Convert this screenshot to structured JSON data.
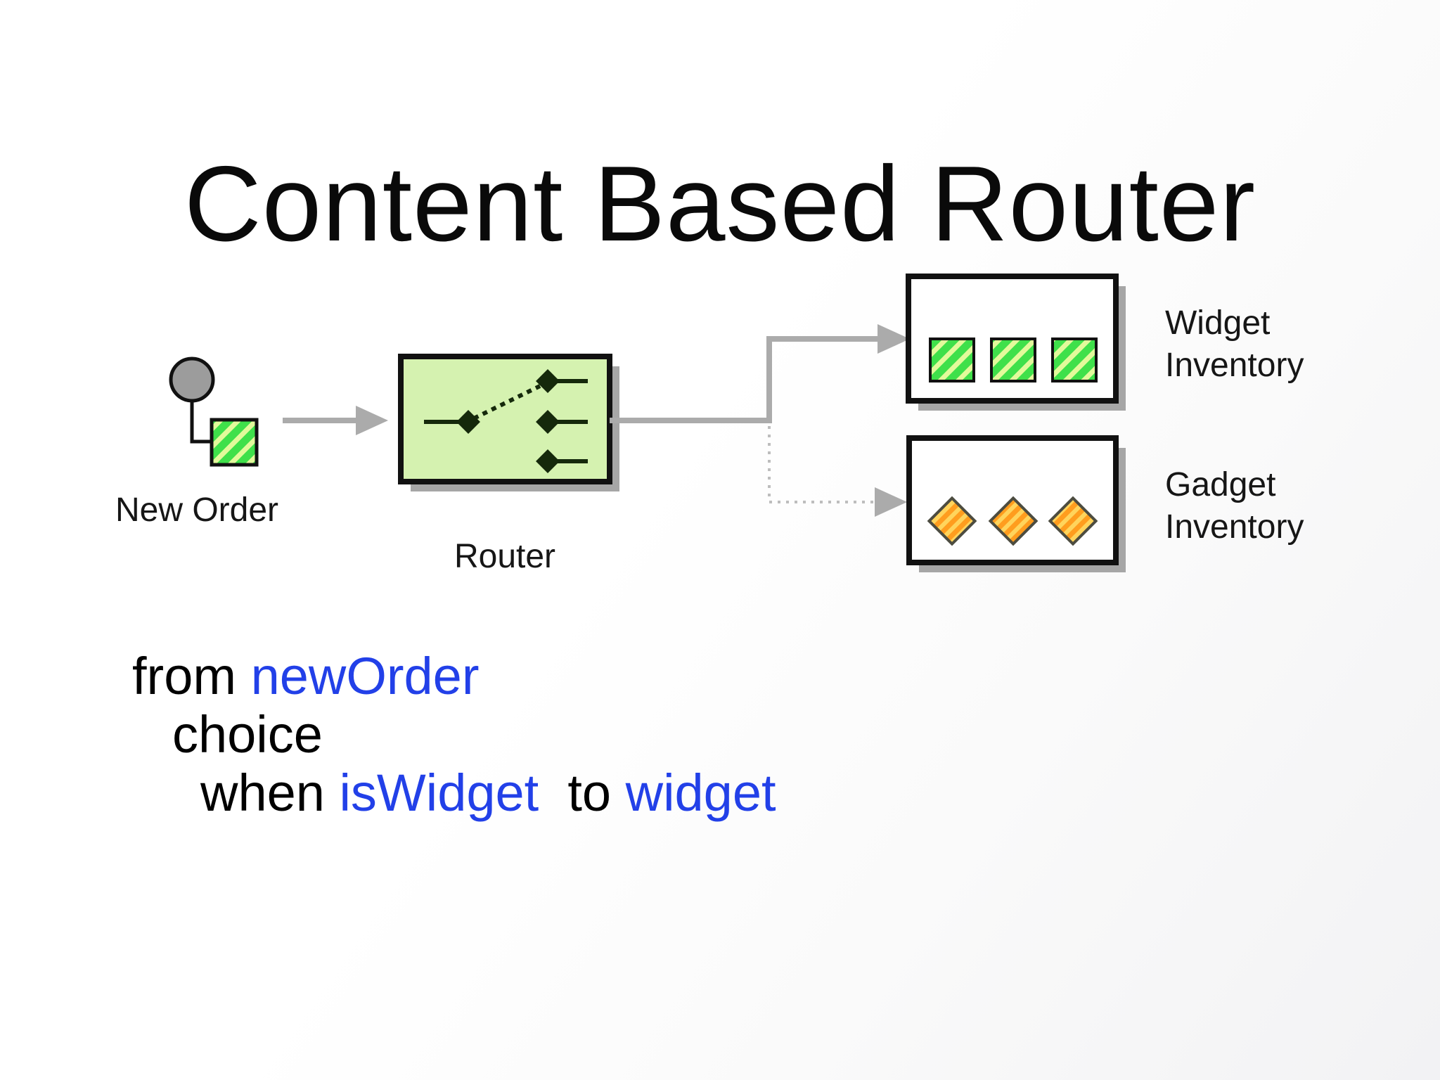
{
  "slide": {
    "title": "Content Based Router",
    "background": "#ffffff"
  },
  "diagram": {
    "new_order": {
      "label": "New Order"
    },
    "router": {
      "label": "Router"
    },
    "destinations": [
      {
        "label_line1": "Widget",
        "label_line2": "Inventory",
        "items": 3,
        "item_shape": "hatched-square",
        "connector": "solid-arrow"
      },
      {
        "label_line1": "Gadget",
        "label_line2": "Inventory",
        "items": 3,
        "item_shape": "striped-diamond",
        "connector": "dotted-arrow"
      }
    ],
    "colors": {
      "router_fill": "#d5f2b0",
      "shadow_gray": "#a6a6a6",
      "connector_gray": "#ababab",
      "connector_dotted_gray": "#bdbdbd",
      "endpoint_gray": "#9c9c9c",
      "outline_black": "#111111",
      "switch_dark": "#15290b",
      "widget_green": "#3fe04a",
      "widget_stripe": "#e2fa9b",
      "gadget_orange": "#ff9d1e",
      "gadget_stripe": "#ffd45c"
    }
  },
  "code": {
    "colors": {
      "keyword": "#000000",
      "identifier": "#2240e8"
    },
    "lines": [
      {
        "segments": [
          {
            "text": "from ",
            "kind": "keyword"
          },
          {
            "text": "newOrder",
            "kind": "identifier"
          }
        ]
      },
      {
        "segments": [
          {
            "text": "choice",
            "kind": "keyword"
          }
        ]
      },
      {
        "segments": [
          {
            "text": "when ",
            "kind": "keyword"
          },
          {
            "text": "isWidget",
            "kind": "identifier"
          },
          {
            "text": "  to ",
            "kind": "keyword"
          },
          {
            "text": "widget",
            "kind": "identifier"
          }
        ]
      }
    ]
  }
}
